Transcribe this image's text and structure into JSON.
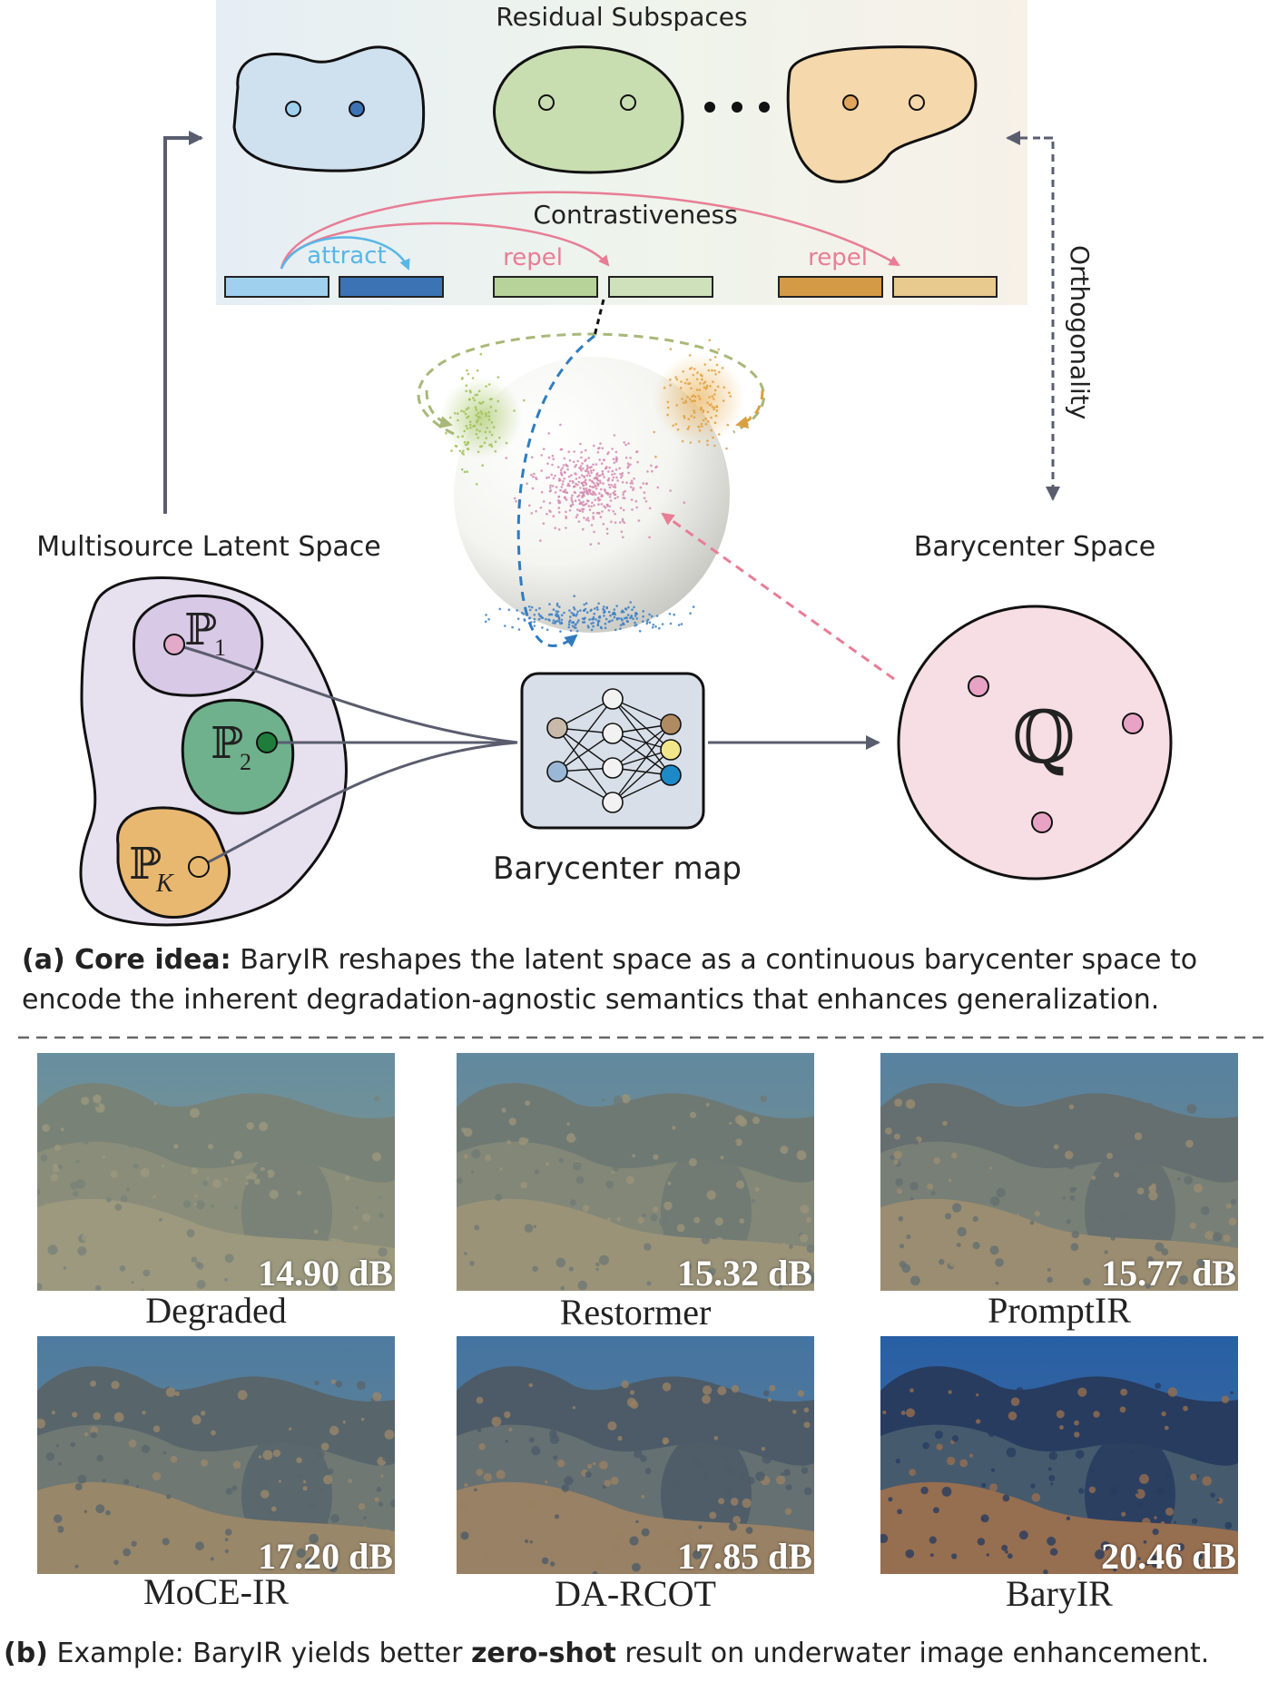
{
  "top": {
    "residual_title": "Residual Subspaces",
    "contrastiveness": "Contrastiveness",
    "attract": "attract",
    "repel_1": "repel",
    "repel_2": "repel",
    "orthogonality": "Orthogonality",
    "multisource_label": "Multisource Latent Space",
    "barycenter_space_label": "Barycenter Space",
    "barycenter_map_label": "Barycenter map",
    "p1": "ℙ",
    "p1_sub": "1",
    "p2": "ℙ",
    "p2_sub": "2",
    "pk": "ℙ",
    "pk_sub": "K",
    "q": "ℚ"
  },
  "caption_a": {
    "prefix": "(a) Core idea:",
    "line1": " BaryIR reshapes the latent space as a continuous barycenter space to",
    "line2": "encode the inherent degradation-agnostic semantics that enhances generalization."
  },
  "examples": [
    {
      "method": "Degraded",
      "psnr": "14.90 dB",
      "quality": 0.0
    },
    {
      "method": "Restormer",
      "psnr": "15.32 dB",
      "quality": 0.15
    },
    {
      "method": "PromptIR",
      "psnr": "15.77 dB",
      "quality": 0.3
    },
    {
      "method": "MoCE-IR",
      "psnr": "17.20 dB",
      "quality": 0.45
    },
    {
      "method": "DA-RCOT",
      "psnr": "17.85 dB",
      "quality": 0.6
    },
    {
      "method": "BaryIR",
      "psnr": "20.46 dB",
      "quality": 1.0
    }
  ],
  "caption_b": {
    "prefix": "(b)",
    "text1": " Example: BaryIR yields better ",
    "bold": "zero-shot",
    "text2": " result on underwater image enhancement."
  },
  "colors": {
    "blue_subspace": "#cfe0ef",
    "green_subspace": "#c9deb0",
    "orange_subspace": "#f5d8ab",
    "pink_attract": "#e87d95",
    "attract_blue": "#58b6e6",
    "latent_bg": "#e6e0ef",
    "q_bg": "#f7dde4"
  }
}
